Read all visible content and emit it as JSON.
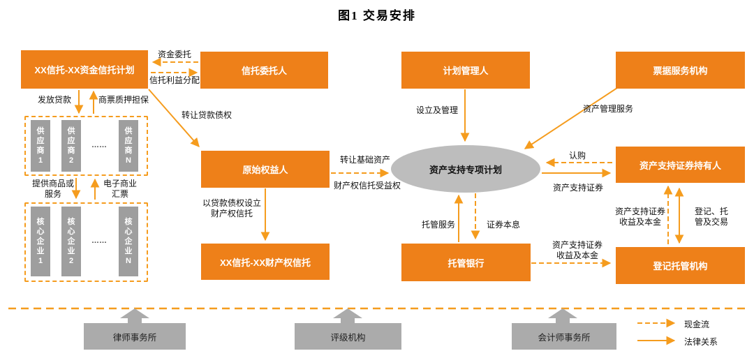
{
  "title": "图1  交易安排",
  "colors": {
    "box": "#EE8019",
    "arrow": "#F59C1E",
    "graybox": "#ABABAB",
    "nodegray": "#9E9E9E",
    "ellipse": "#BDBDBD"
  },
  "nodes": {
    "trust_plan": "XX信托-XX资金信托计划",
    "trust_client": "信托委托人",
    "plan_manager": "计划管理人",
    "bill_service": "票据服务机构",
    "originator": "原始权益人",
    "spv": "资产支持专项计划",
    "holder": "资产支持证券持有人",
    "property_trust": "XX信托-XX财产权信托",
    "custodian_bank": "托管银行",
    "registry": "登记托管机构",
    "law_firm": "律师事务所",
    "rating_agency": "评级机构",
    "accounting_firm": "会计师事务所",
    "suppliers": [
      "供应商1",
      "供应商2",
      "……",
      "供应商N"
    ],
    "core_enterprises": [
      "核心企业1",
      "核心企业2",
      "……",
      "核心企业N"
    ]
  },
  "labels": {
    "fund_entrust": "资金委托",
    "trust_benefit_dist": "信托利益分配",
    "issue_loan": "发放贷款",
    "bill_pledge": "商票质押担保",
    "transfer_loan": "转让贷款债权",
    "provide_goods": "提供商品或\n服务",
    "e_commercial_bill": "电子商业\n汇票",
    "setup_property_trust": "以贷款债权设立\n财产权信托",
    "transfer_base_asset": "转让基础资产",
    "property_trust_benefit": "财产权信托受益权",
    "setup_and_manage": "设立及管理",
    "asset_mgmt_service": "资产管理服务",
    "subscribe": "认购",
    "abs_securities": "资产支持证券",
    "custody_service": "托管服务",
    "securities_pi": "证券本息",
    "abs_income_from_bank": "资产支持证券\n收益及本金",
    "abs_income_to_holder": "资产支持证券\n收益及本金",
    "register_custody_trade": "登记、托\n管及交易"
  },
  "legend": {
    "cash_flow": "现金流",
    "legal_relation": "法律关系"
  }
}
